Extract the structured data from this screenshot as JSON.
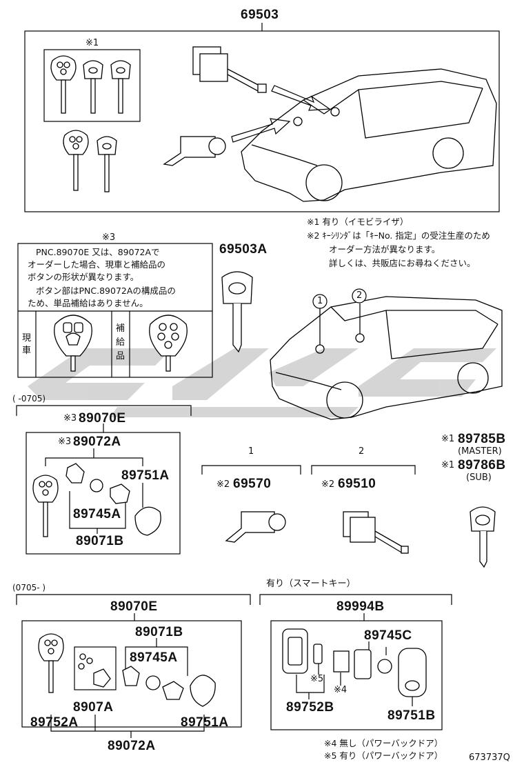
{
  "top": {
    "part": "69503",
    "mark1": "※1"
  },
  "notes": {
    "n1": "※1  有り（イモビライザ）",
    "n2": "※2  ｷｰｼﾘﾝﾀﾞは「ｷｰNo. 指定」の受注生産のため",
    "n2b": "オーダー方法が異なります。",
    "n2c": "詳しくは、共販店にお尋ねください。"
  },
  "remark3": {
    "mark": "※3",
    "l1": "PNC.89070E 又は、89072Aで",
    "l2": "オーダーした場合、現車と補給品の",
    "l3": "ボタンの形状が異なります。",
    "l4": "ボタン部はPNC.89072Aの構成品の",
    "l5": "ため、単品補給はありません。",
    "genSha": [
      "現",
      "車"
    ],
    "hokyu": [
      "補",
      "給",
      "品"
    ]
  },
  "key69503A": "69503A",
  "circles": {
    "c1": "1",
    "c2": "2"
  },
  "early": {
    "period": "(      -0705)",
    "e": "89070E",
    "eMark": "※3",
    "a": "89072A",
    "aMark": "※3",
    "k751a": "89751A",
    "k745a": "89745A",
    "k071b": "89071B"
  },
  "cyl": {
    "c1label": "1",
    "p1mark": "※2",
    "p1": "69570",
    "c2label": "2",
    "p2mark": "※2",
    "p2": "69510"
  },
  "right": {
    "m1": "※1",
    "p1": "89785B",
    "s1": "(MASTER)",
    "m2": "※1",
    "p2": "89786B",
    "s2": "(SUB)"
  },
  "late": {
    "period": "(0705-        )",
    "e": "89070E",
    "k071b": "89071B",
    "k745a": "89745A",
    "k907a": "8907A",
    "k752a": "89752A",
    "k751a": "89751A",
    "k072a": "89072A"
  },
  "smart": {
    "title": "有り（スマートキー）",
    "p": "89994B",
    "k745c": "89745C",
    "m5": "※5",
    "m4": "※4",
    "k752b": "89752B",
    "k751b": "89751B"
  },
  "footer": {
    "n4": "※4  無し（パワーバックドア）",
    "n5": "※5  有り（パワーバックドア）",
    "code": "673737Q"
  }
}
